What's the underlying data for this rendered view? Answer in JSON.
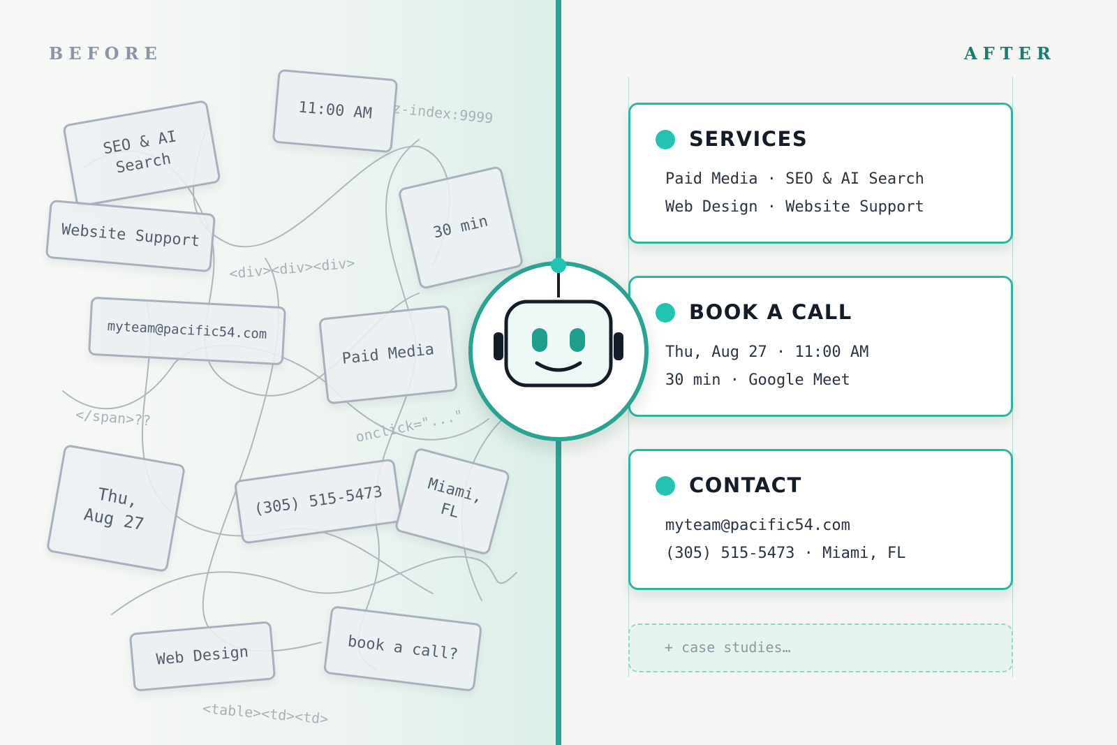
{
  "headings": {
    "before": "BEFORE",
    "after": "AFTER"
  },
  "before": {
    "chips": [
      "SEO & AI Search",
      "11:00 AM",
      "Website Support",
      "30 min",
      "myteam@pacific54.com",
      "Paid Media",
      "Thu, Aug 27",
      "(305) 515-5473",
      "Miami, FL",
      "Web Design",
      "book a call?"
    ],
    "code_fragments": [
      "z-index:9999",
      "<div><div><div>",
      "</span>??",
      "onclick=\"...\"",
      "<table><td><td>"
    ]
  },
  "after": {
    "cards": [
      {
        "title": "SERVICES",
        "line1": "Paid Media · SEO & AI Search",
        "line2": "Web Design · Website Support"
      },
      {
        "title": "BOOK A CALL",
        "line1": "Thu, Aug 27 · 11:00 AM",
        "line2": "30 min · Google Meet"
      },
      {
        "title": "CONTACT",
        "line1": "myteam@pacific54.com",
        "line2": "(305) 515-5473 · Miami, FL"
      }
    ],
    "ghost": "+ case studies…"
  },
  "colors": {
    "accent": "#2ba393",
    "accent_dot": "#22c3b0",
    "chip_border": "#a7b1bd",
    "text_dark": "#141c28"
  },
  "icons": {
    "center": "robot-face-icon",
    "bullet": "teal-dot-icon"
  }
}
